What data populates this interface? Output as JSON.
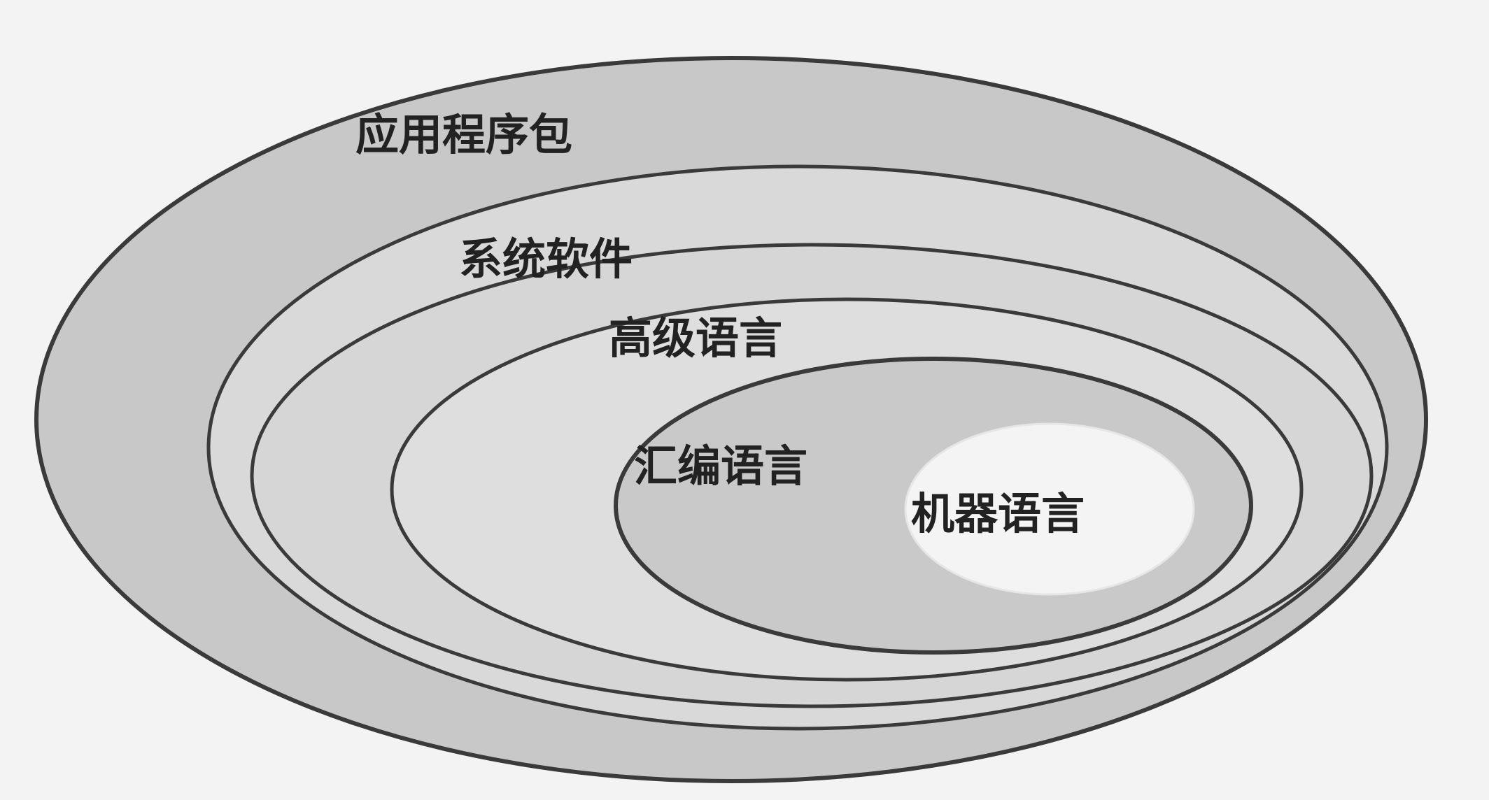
{
  "diagram": {
    "layers": [
      {
        "id": "application-packages",
        "label": "应用程序包",
        "fill": "#c8c8c8"
      },
      {
        "id": "system-software",
        "label": "系统软件",
        "fill": "#d9d9d9"
      },
      {
        "id": "high-level-language",
        "label": "高级语言",
        "fill": "#dedede"
      },
      {
        "id": "assembly-language",
        "label": "汇编语言",
        "fill": "#c9c9c9"
      },
      {
        "id": "machine-language",
        "label": "机器语言",
        "fill": "#f4f4f4"
      }
    ],
    "outline_color": "#3a3a3a",
    "background": "#f3f3f3"
  }
}
